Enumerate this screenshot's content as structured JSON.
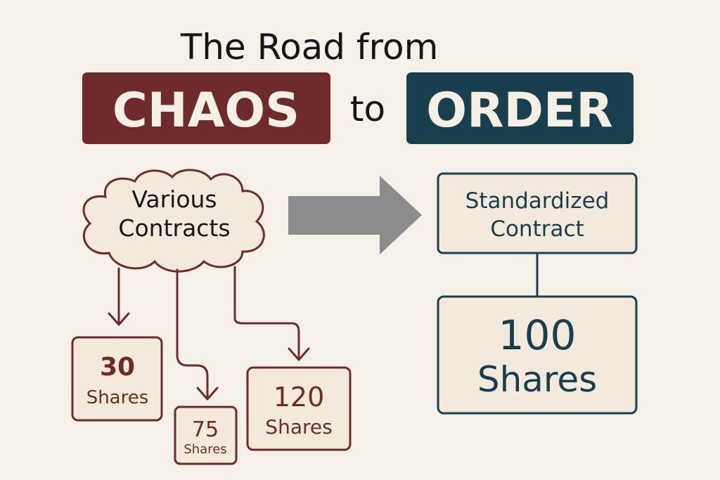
{
  "title": {
    "line1": "The Road from",
    "chaos": "CHAOS",
    "connector": "to",
    "order": "ORDER"
  },
  "left": {
    "cloud_line1": "Various",
    "cloud_line2": "Contracts",
    "boxes": [
      {
        "value": "30",
        "unit": "Shares"
      },
      {
        "value": "75",
        "unit": "Shares"
      },
      {
        "value": "120",
        "unit": "Shares"
      }
    ]
  },
  "right": {
    "standard_line1": "Standardized",
    "standard_line2": "Contract",
    "result_value": "100",
    "result_unit": "Shares"
  },
  "colors": {
    "background": "#f6f1e8",
    "chaos": "#6f2b2b",
    "order": "#173f4e",
    "box_fill": "#f3eadb",
    "arrow_gray": "#8c8c8c"
  }
}
